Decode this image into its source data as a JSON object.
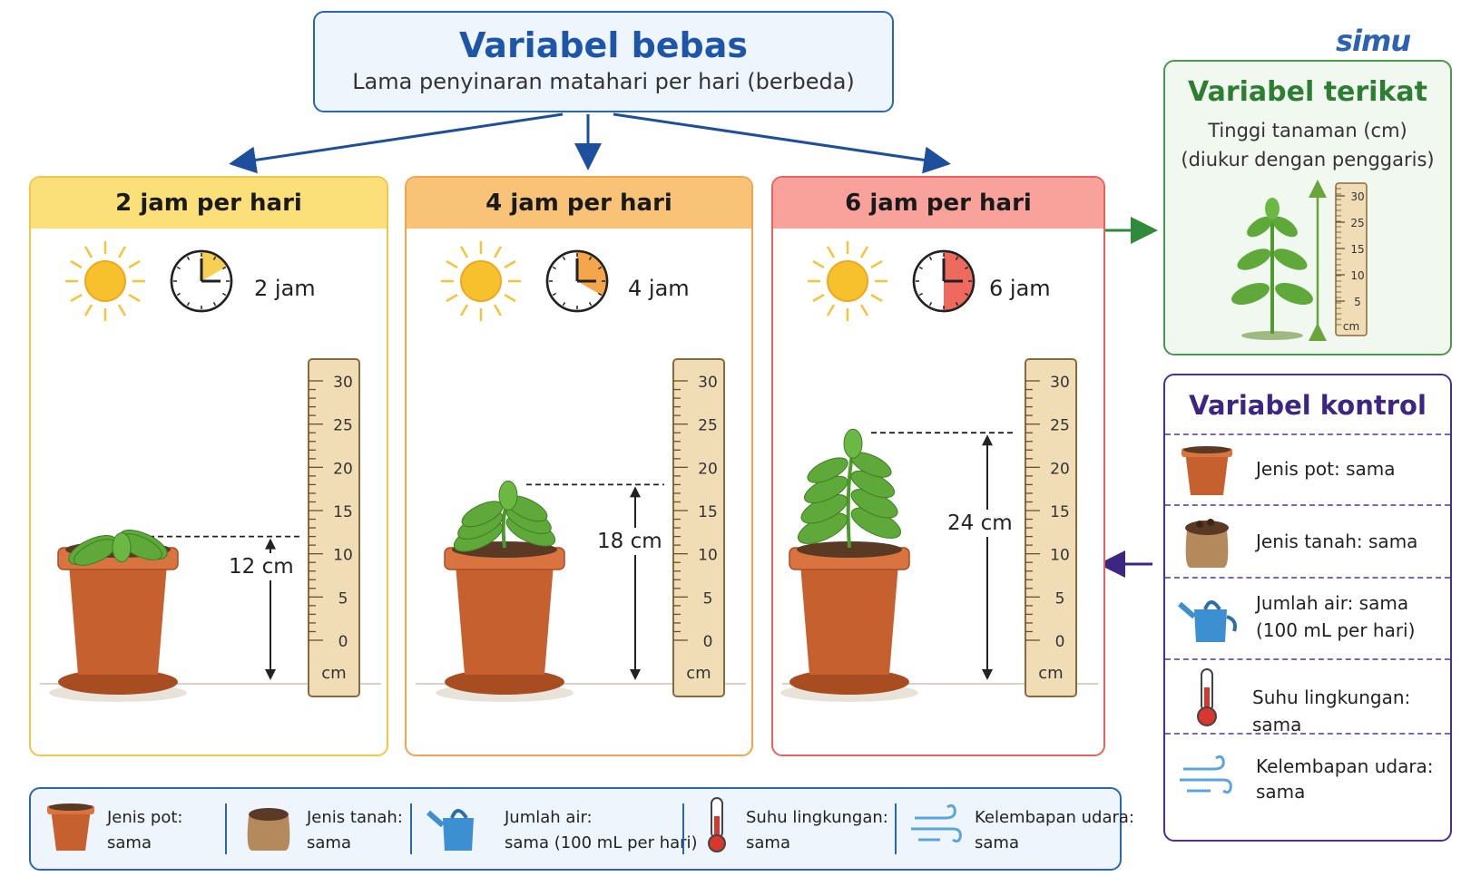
{
  "header": {
    "title": "Variabel bebas",
    "subtitle": "Lama penyinaran matahari per hari (berbeda)"
  },
  "logo": "simu",
  "panels": [
    {
      "title": "2 jam per hari",
      "clock_label": "2 jam",
      "hours": 2,
      "height_label": "12 cm",
      "height_cm": 12,
      "header_color": "#fbe07a",
      "border_color": "#f2c64a",
      "clock_fill": "#f7cf52"
    },
    {
      "title": "4 jam per hari",
      "clock_label": "4 jam",
      "hours": 4,
      "height_label": "18 cm",
      "height_cm": 18,
      "header_color": "#f8c377",
      "border_color": "#f2a44c",
      "clock_fill": "#f5a54a"
    },
    {
      "title": "6 jam per hari",
      "clock_label": "6 jam",
      "hours": 6,
      "height_label": "24 cm",
      "height_cm": 24,
      "header_color": "#f9a29b",
      "border_color": "#e8615a",
      "clock_fill": "#ef6a5e"
    }
  ],
  "ruler": {
    "ticks": [
      "30",
      "25",
      "20",
      "15",
      "10",
      "5",
      "0"
    ],
    "unit": "cm"
  },
  "dependent": {
    "title": "Variabel terikat",
    "line1": "Tinggi tanaman (cm)",
    "line2": "(diukur dengan penggaris)",
    "ruler_ticks": [
      "30",
      "25",
      "15",
      "10",
      "5"
    ],
    "ruler_unit": "cm"
  },
  "control": {
    "title": "Variabel kontrol",
    "items": [
      {
        "icon": "pot-icon",
        "line1": "Jenis pot: sama",
        "line2": ""
      },
      {
        "icon": "soil-bag-icon",
        "line1": "Jenis tanah: sama",
        "line2": ""
      },
      {
        "icon": "watering-can-icon",
        "line1": "Jumlah air: sama",
        "line2": "(100 mL per hari)"
      },
      {
        "icon": "thermometer-icon",
        "line1": "Suhu lingkungan: sama",
        "line2": ""
      },
      {
        "icon": "wind-icon",
        "line1": "Kelembapan udara:",
        "line2": "sama"
      }
    ]
  },
  "strip": {
    "items": [
      {
        "icon": "pot-icon",
        "line1": "Jenis pot:",
        "line2": "sama"
      },
      {
        "icon": "soil-bag-icon",
        "line1": "Jenis tanah:",
        "line2": "sama"
      },
      {
        "icon": "watering-can-icon",
        "line1": "Jumlah air:",
        "line2": "sama (100 mL per hari)"
      },
      {
        "icon": "thermometer-icon",
        "line1": "Suhu lingkungan:",
        "line2": "sama"
      },
      {
        "icon": "wind-icon",
        "line1": "Kelembapan udara:",
        "line2": "sama"
      }
    ]
  },
  "colors": {
    "blue": "#2a66b8",
    "green": "#2d7d32",
    "purple": "#3d2582",
    "pot": "#c7602f",
    "leaf": "#5fa83a",
    "ruler": "#f1ddb5"
  }
}
